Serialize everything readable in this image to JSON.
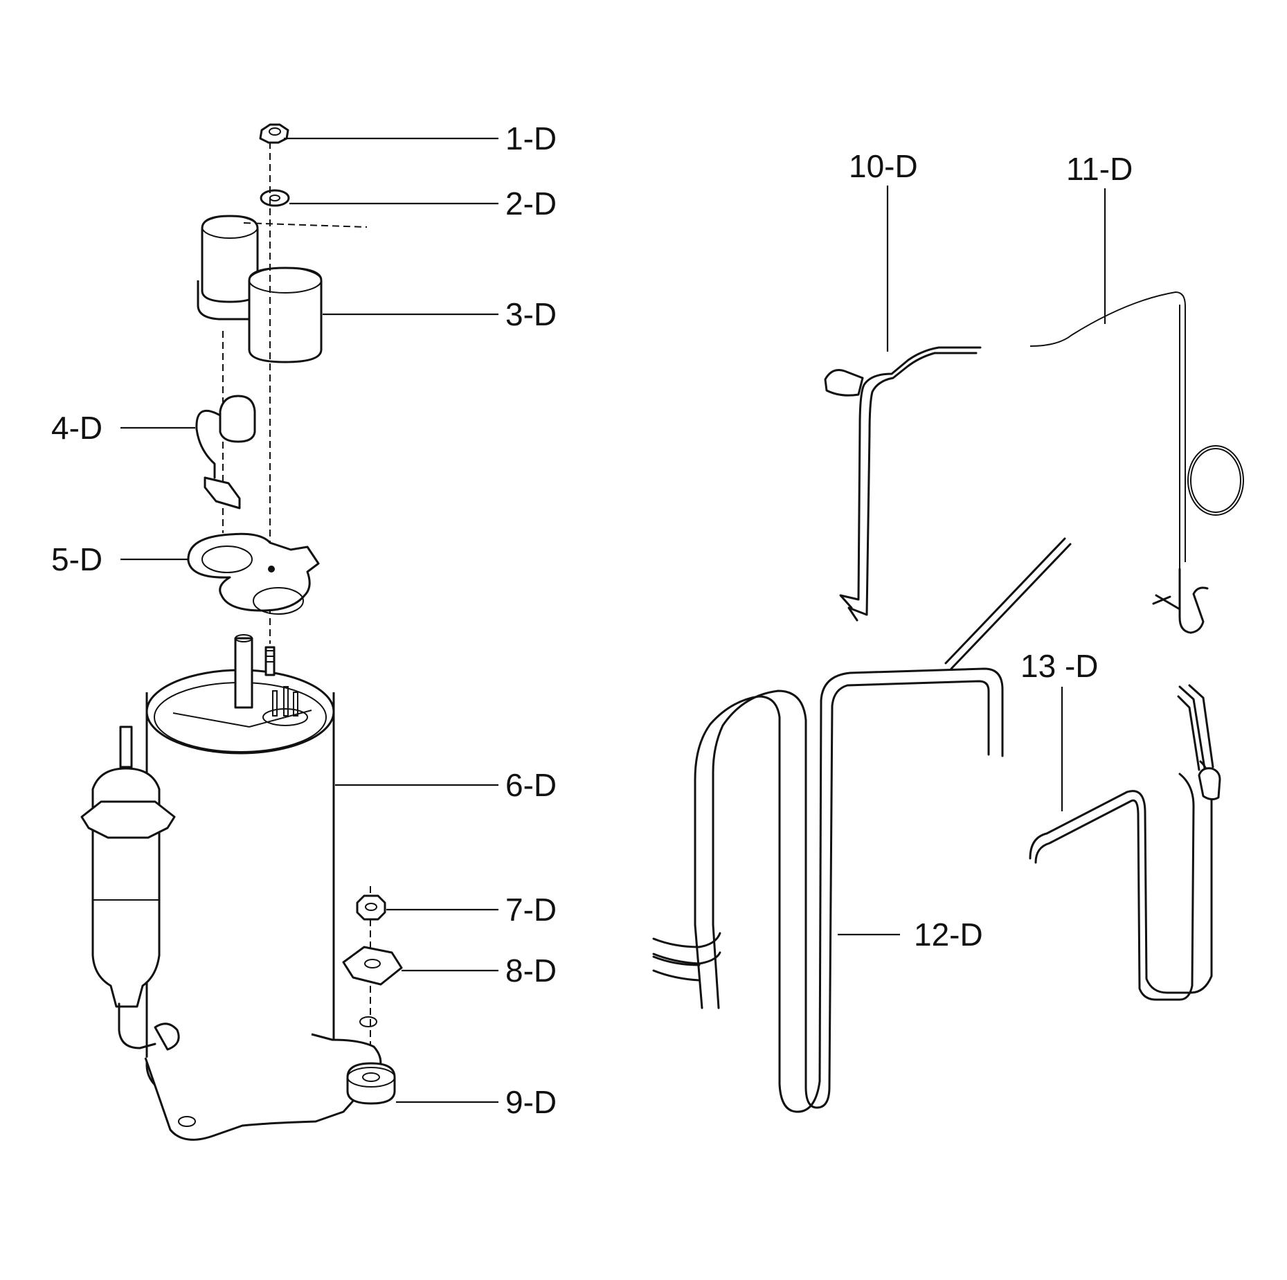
{
  "labels": {
    "p1": "1-D",
    "p2": "2-D",
    "p3": "3-D",
    "p4": "4-D",
    "p5": "5-D",
    "p6": "6-D",
    "p7": "7-D",
    "p8": "8-D",
    "p9": "9-D",
    "p10": "10-D",
    "p11": "11-D",
    "p12": "12-D",
    "p13": "13 -D"
  }
}
